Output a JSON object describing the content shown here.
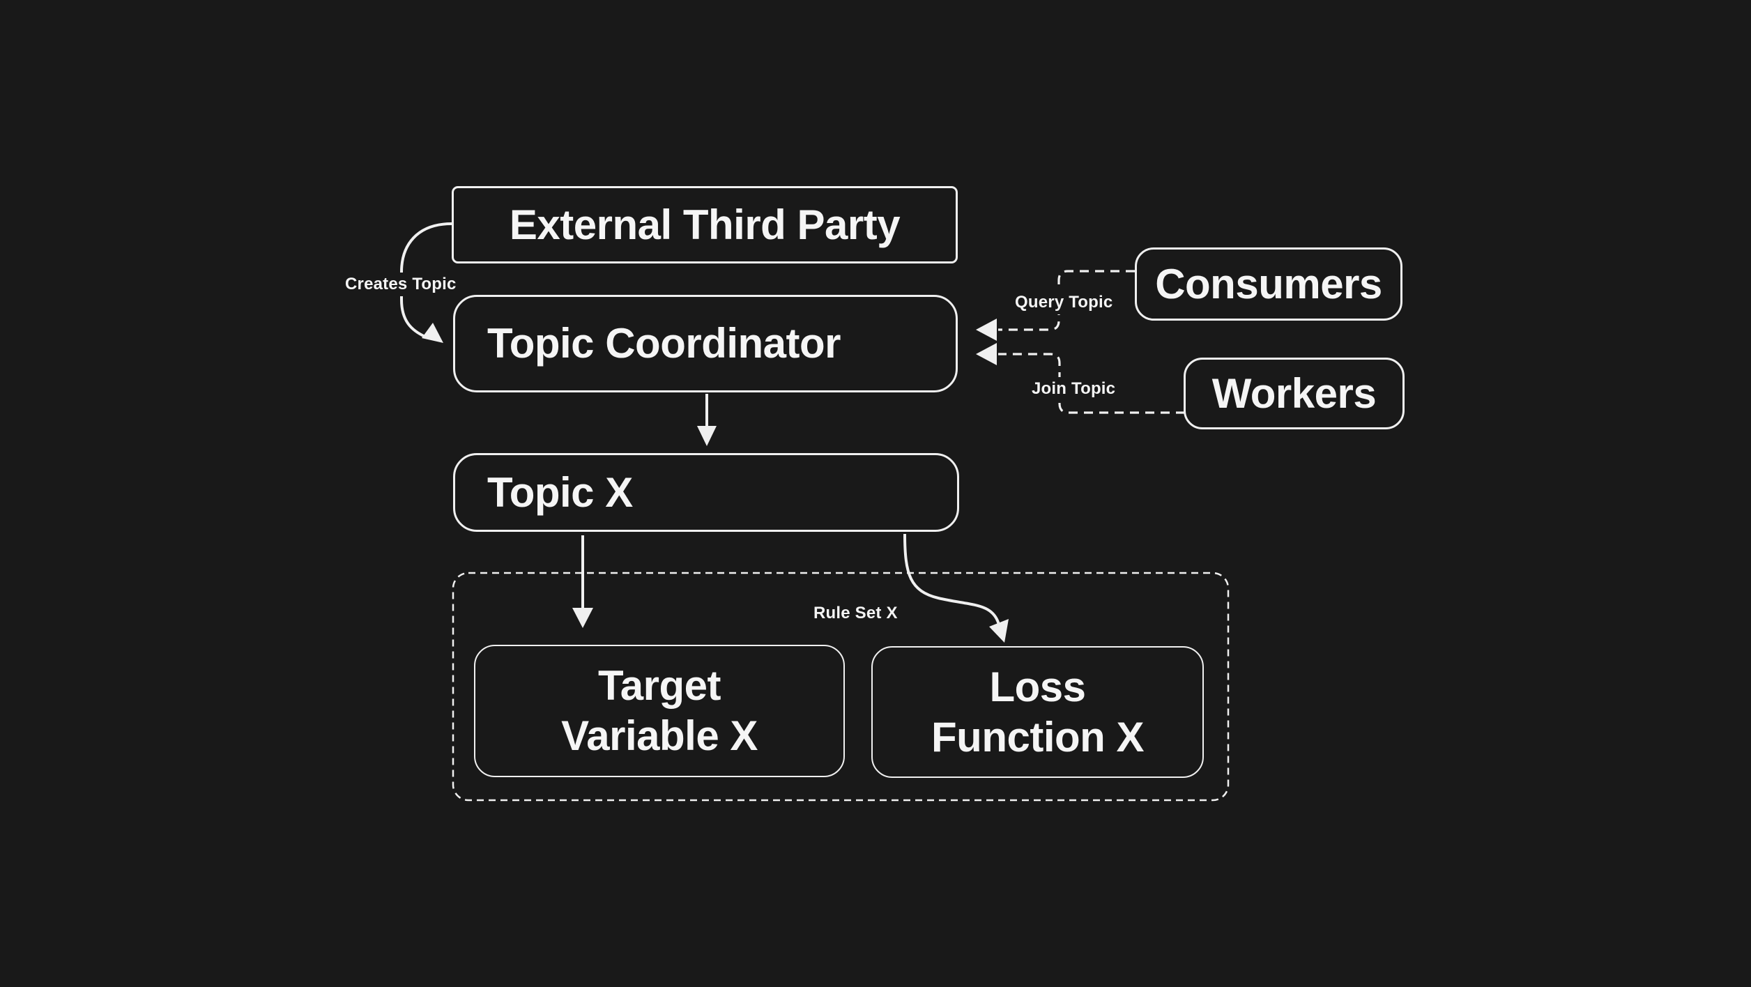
{
  "colors": {
    "background": "#191919",
    "stroke": "#f0f0f0",
    "text": "#f5f5f5"
  },
  "nodes": {
    "external_third_party": {
      "label": "External Third Party"
    },
    "topic_coordinator": {
      "label": "Topic Coordinator"
    },
    "consumers": {
      "label": "Consumers"
    },
    "workers": {
      "label": "Workers"
    },
    "topic_x": {
      "label": "Topic X"
    },
    "target_variable_x": {
      "line1": "Target",
      "line2": "Variable X"
    },
    "loss_function_x": {
      "line1": "Loss",
      "line2": "Function X"
    }
  },
  "edges": {
    "creates_topic": {
      "label": "Creates Topic"
    },
    "query_topic": {
      "label": "Query Topic"
    },
    "join_topic": {
      "label": "Join Topic"
    },
    "rule_set_x": {
      "label": "Rule Set X"
    }
  }
}
